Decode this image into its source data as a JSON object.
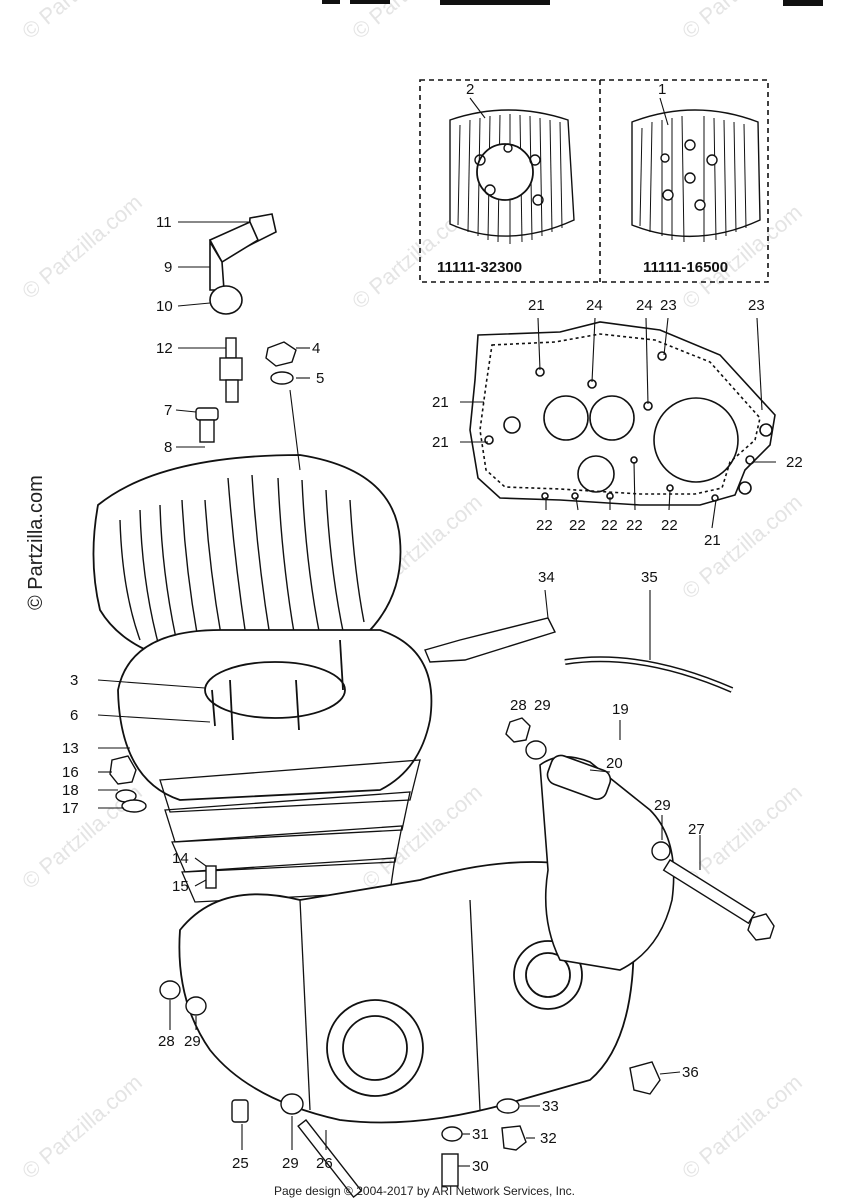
{
  "watermark": "© Partzilla.com",
  "inset_part_numbers": {
    "left": "11111-32300",
    "right": "11111-16500"
  },
  "callouts": {
    "c1": "1",
    "c2": "2",
    "c3": "3",
    "c4": "4",
    "c5": "5",
    "c6": "6",
    "c7": "7",
    "c8": "8",
    "c9": "9",
    "c10": "10",
    "c11": "11",
    "c12": "12",
    "c13": "13",
    "c14": "14",
    "c15": "15",
    "c16": "16",
    "c17": "17",
    "c18": "18",
    "c19": "19",
    "c20": "20",
    "c21": "21",
    "c22": "22",
    "c23": "23",
    "c24": "24",
    "c25": "25",
    "c26": "26",
    "c27": "27",
    "c28": "28",
    "c29": "29",
    "c30": "30",
    "c31": "31",
    "c32": "32",
    "c33": "33",
    "c34": "34",
    "c35": "35",
    "c36": "36"
  },
  "footer": "Page design © 2004-2017 by ARI Network Services, Inc."
}
